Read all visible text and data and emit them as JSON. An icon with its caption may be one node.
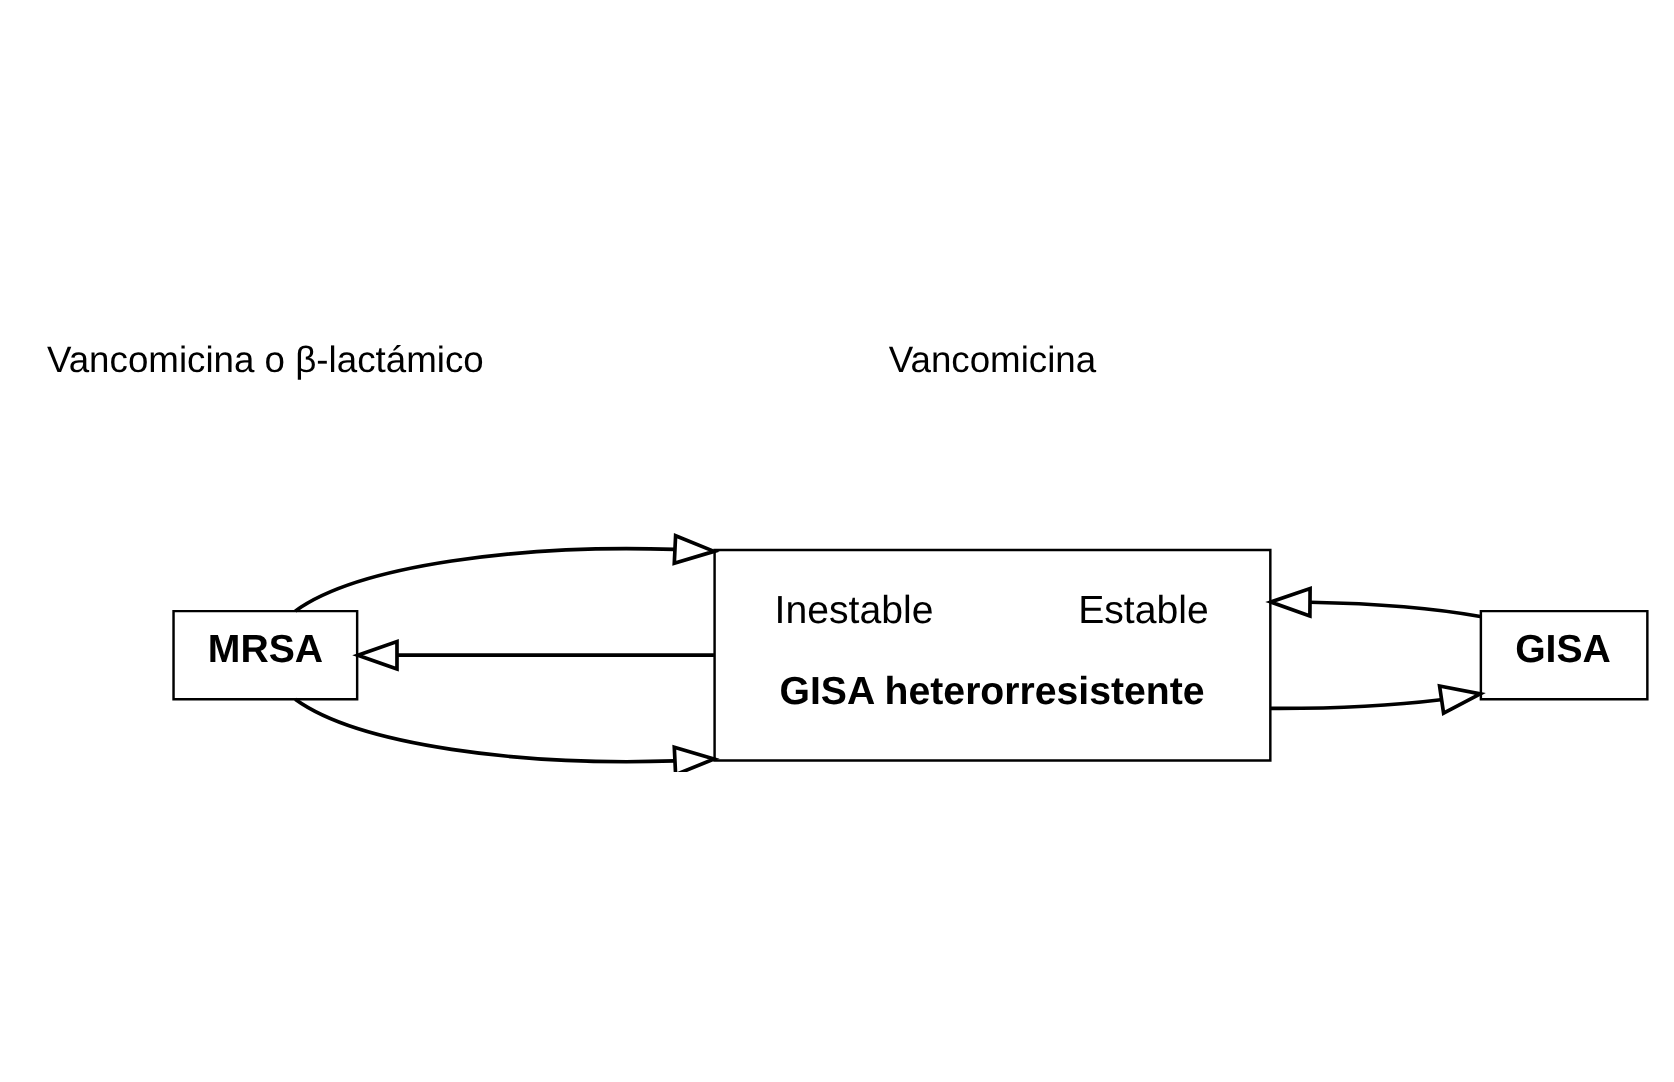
{
  "diagram": {
    "nodes": [
      {
        "text": [
          "MRSA"
        ]
      },
      {
        "text": [
          "Inestable",
          "Estable",
          "GISA heterorresistente"
        ]
      },
      {
        "text": [
          "GISA"
        ]
      }
    ],
    "edges": [
      {
        "from": 1,
        "to": 0,
        "arrow": "to"
      },
      {
        "from": 2,
        "to": 1,
        "arrow": "to"
      },
      {
        "from": 0,
        "to": 1,
        "arrow": "to"
      },
      {
        "from": 0,
        "to": 1,
        "arrow": "to"
      },
      {
        "from": 1,
        "to": 2,
        "arrow": "to"
      }
    ],
    "labels": [
      "Vancomicina o β-lactámico",
      "Vancomicina"
    ]
  }
}
